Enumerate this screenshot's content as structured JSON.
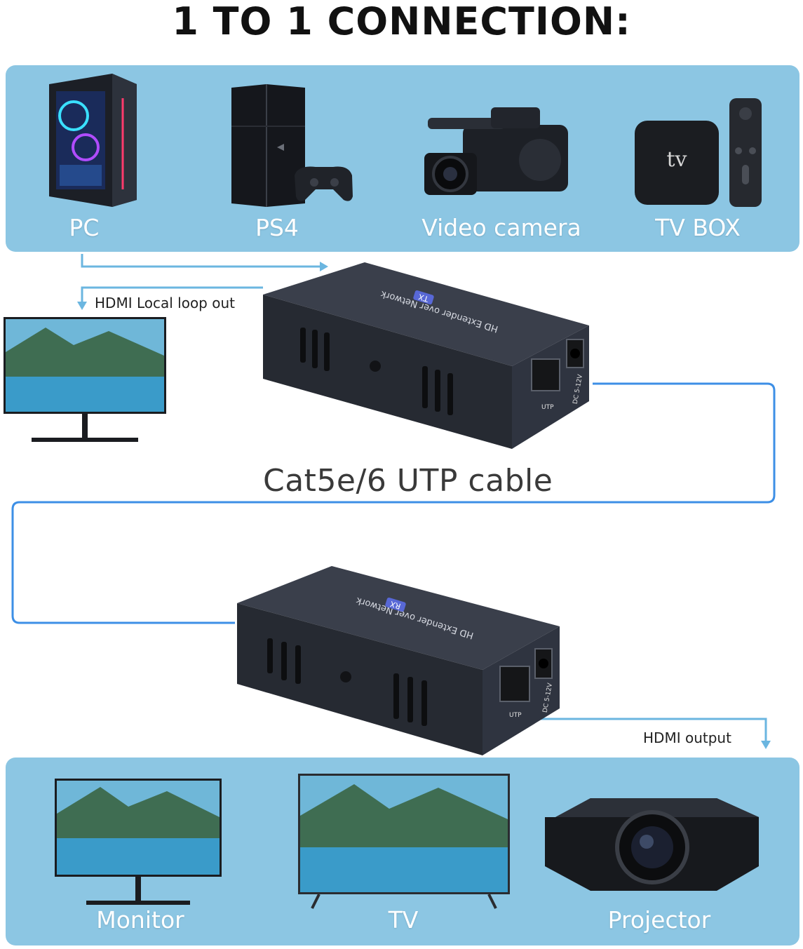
{
  "title": "1 TO 1 CONNECTION:",
  "sources": [
    {
      "label": "PC",
      "icon": "pc-tower-icon"
    },
    {
      "label": "PS4",
      "icon": "ps4-console-icon"
    },
    {
      "label": "Video camera",
      "icon": "video-camera-icon"
    },
    {
      "label": "TV BOX",
      "icon": "tv-box-icon"
    }
  ],
  "tv_box_logo": "tv",
  "loop_out_label": "HDMI Local loop out",
  "cable_label": "Cat5e/6 UTP cable",
  "transmitter": {
    "device_text": "HD Extender over Network",
    "badge": "TX",
    "port_utp": "UTP",
    "port_dc": "DC 5-12V"
  },
  "receiver": {
    "device_text": "HD Extender over Network",
    "badge": "RX",
    "port_utp": "UTP",
    "port_dc": "DC 5-12V"
  },
  "output_label": "HDMI output",
  "displays": [
    {
      "label": "Monitor",
      "icon": "monitor-icon"
    },
    {
      "label": "TV",
      "icon": "tv-icon"
    },
    {
      "label": "Projector",
      "icon": "projector-icon"
    }
  ],
  "colors": {
    "panel": "#8cc6e3",
    "arrow": "#6bb6e0",
    "cable": "#3d8fe6",
    "device": "#2f3440"
  }
}
